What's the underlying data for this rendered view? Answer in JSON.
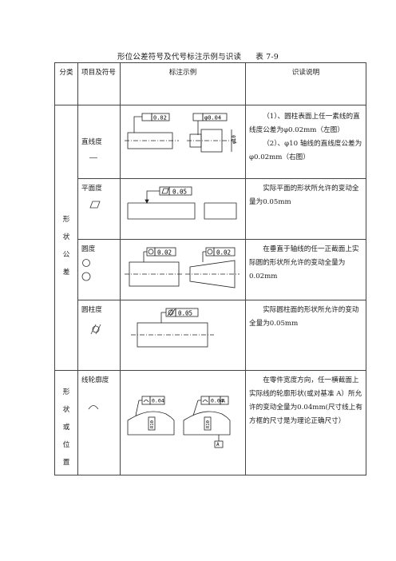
{
  "title": "形位公差符号及代号标注示例与识读",
  "table_no": "表 7-9",
  "headers": {
    "category": "分类",
    "item": "项目及符号",
    "example": "标注示例",
    "explanation": "识读说明"
  },
  "groups": {
    "form": "形状公差",
    "form_or_position": "形状或位置"
  },
  "rows": [
    {
      "item": "直线度",
      "tol_left": "0.02",
      "tol_right": "φ0.04",
      "dim": "φ10",
      "desc": [
        "（1）、圆柱表面上任一素线的直线度公差为φ0.02mm（左图）",
        "（2）、φ10 轴线的直线度公差为φ0.02mm（右图）"
      ]
    },
    {
      "item": "平面度",
      "tol": "0.05",
      "desc": [
        "实际平面的形状所允许的变动全量为0.05mm"
      ]
    },
    {
      "item": "圆度",
      "tol_left": "0.02",
      "tol_right": "0.02",
      "desc": [
        "在垂直于轴线的任一正截面上实际圆的形状所允许的变动全量为0.02mm"
      ]
    },
    {
      "item": "圆柱度",
      "tol": "0.05",
      "desc": [
        "实际圆柱面的形状所允许的变动全量为0.05mm"
      ]
    },
    {
      "item": "线轮廓度",
      "tol_left": "0.04",
      "tol_right": "0.04",
      "datum": "A",
      "dim_left": "R10",
      "dim_right": "R10",
      "desc": [
        "在零件宽度方向，任一横截面上实际线的轮廓形状(或对基准 A）所允许的变动全量为0.04mm(尺寸线上有方框的尺寸是为理论正确尺寸）"
      ]
    }
  ]
}
